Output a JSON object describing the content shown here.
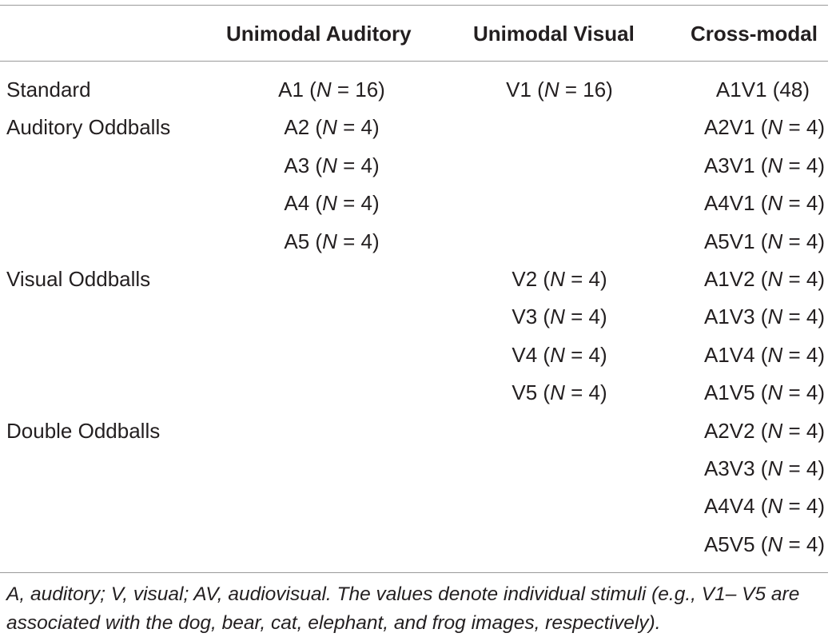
{
  "header": {
    "col0": "",
    "col1": "Unimodal Auditory",
    "col2": "Unimodal Visual",
    "col3": "Cross-modal"
  },
  "rows": [
    {
      "label": "Standard",
      "aud": "A1 (N = 16)",
      "vis": "V1 (N = 16)",
      "cross": "A1V1 (48)"
    },
    {
      "label": "Auditory Oddballs",
      "aud": "A2 (N = 4)",
      "vis": "",
      "cross": "A2V1 (N = 4)"
    },
    {
      "label": "",
      "aud": "A3 (N = 4)",
      "vis": "",
      "cross": "A3V1 (N = 4)"
    },
    {
      "label": "",
      "aud": "A4 (N = 4)",
      "vis": "",
      "cross": "A4V1 (N = 4)"
    },
    {
      "label": "",
      "aud": "A5 (N = 4)",
      "vis": "",
      "cross": "A5V1 (N = 4)"
    },
    {
      "label": "Visual Oddballs",
      "aud": "",
      "vis": "V2 (N = 4)",
      "cross": "A1V2 (N = 4)"
    },
    {
      "label": "",
      "aud": "",
      "vis": "V3 (N = 4)",
      "cross": "A1V3 (N = 4)"
    },
    {
      "label": "",
      "aud": "",
      "vis": "V4 (N = 4)",
      "cross": "A1V4 (N = 4)"
    },
    {
      "label": "",
      "aud": "",
      "vis": "V5 (N = 4)",
      "cross": "A1V5 (N = 4)"
    },
    {
      "label": "Double Oddballs",
      "aud": "",
      "vis": "",
      "cross": "A2V2 (N = 4)"
    },
    {
      "label": "",
      "aud": "",
      "vis": "",
      "cross": "A3V3 (N = 4)"
    },
    {
      "label": "",
      "aud": "",
      "vis": "",
      "cross": "A4V4 (N = 4)"
    },
    {
      "label": "",
      "aud": "",
      "vis": "",
      "cross": "A5V5 (N = 4)"
    }
  ],
  "footnote": "A, auditory; V, visual; AV, audiovisual. The values denote individual stimuli (e.g., V1– V5 are associated with the dog, bear, cat, elephant, and frog images, respectively)."
}
